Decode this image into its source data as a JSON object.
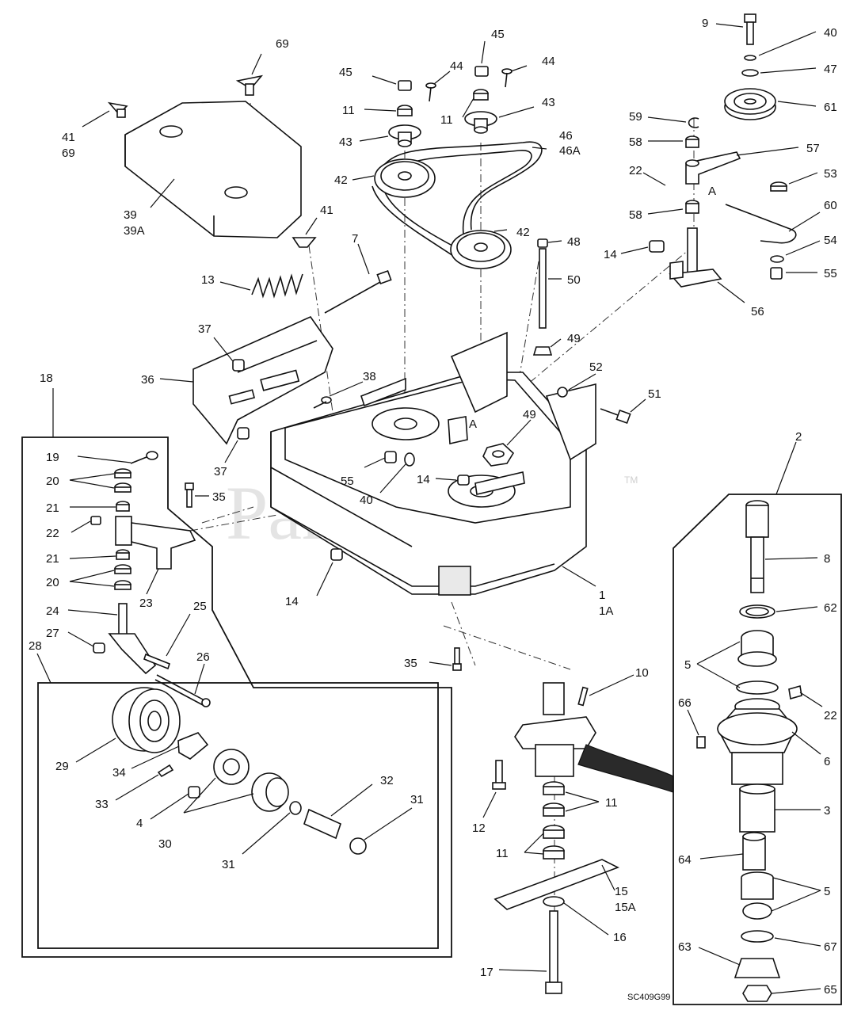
{
  "watermark": {
    "text": "PartsTree",
    "trademark": "TM"
  },
  "drawing_code": "SC409G99",
  "callouts": {
    "c69a": "69",
    "c41a": "41",
    "c69b": "69",
    "c39": "39",
    "c39A": "39A",
    "c41b": "41",
    "c45a": "45",
    "c44a": "44",
    "c11a": "11",
    "c43a": "43",
    "c42a": "42",
    "c45b": "45",
    "c44b": "44",
    "c11b": "11",
    "c43b": "43",
    "c46": "46",
    "c46A": "46A",
    "c42b": "42",
    "c48": "48",
    "c50": "50",
    "c49a": "49",
    "c9": "9",
    "c40a": "40",
    "c47": "47",
    "c61": "61",
    "c59": "59",
    "c58a": "58",
    "c57": "57",
    "c22a": "22",
    "cA1": "A",
    "c53": "53",
    "c58b": "58",
    "c60": "60",
    "c14a": "14",
    "c54": "54",
    "c55a": "55",
    "c56": "56",
    "c13": "13",
    "c7": "7",
    "c37a": "37",
    "c36": "36",
    "c38": "38",
    "c37b": "37",
    "c52": "52",
    "c51": "51",
    "cA2": "A",
    "c49b": "49",
    "c55b": "55",
    "c40b": "40",
    "c14b": "14",
    "c14c": "14",
    "c1": "1",
    "c1A": "1A",
    "c18": "18",
    "c19": "19",
    "c20a": "20",
    "c21a": "21",
    "c22b": "22",
    "c21b": "21",
    "c20b": "20",
    "c35a": "35",
    "c23": "23",
    "c24": "24",
    "c25": "25",
    "c27": "27",
    "c26": "26",
    "c28": "28",
    "c29": "29",
    "c34": "34",
    "c33": "33",
    "c4": "4",
    "c30": "30",
    "c31a": "31",
    "c32": "32",
    "c31b": "31",
    "c35b": "35",
    "c10": "10",
    "c11c": "11",
    "c11d": "11",
    "c12": "12",
    "c15": "15",
    "c15A": "15A",
    "c16": "16",
    "c17": "17",
    "c2": "2",
    "c8": "8",
    "c62": "62",
    "c5a": "5",
    "c22c": "22",
    "c66": "66",
    "c6": "6",
    "c3": "3",
    "c64": "64",
    "c5b": "5",
    "c63": "63",
    "c67": "67",
    "c65": "65"
  }
}
